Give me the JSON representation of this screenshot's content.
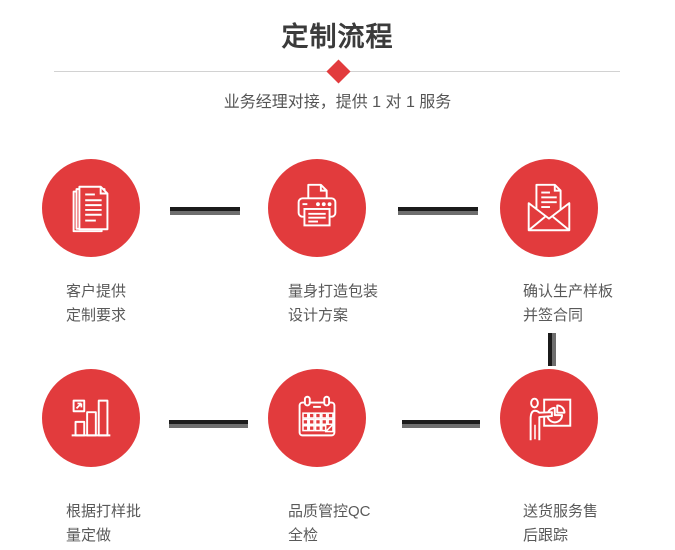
{
  "header": {
    "title": "定制流程",
    "subtitle": "业务经理对接，提供 1 对 1 服务"
  },
  "steps": [
    {
      "icon": "documents-icon",
      "label": "客户提供\n定制要求"
    },
    {
      "icon": "printer-icon",
      "label": "量身打造包装\n设计方案"
    },
    {
      "icon": "envelope-icon",
      "label": "确认生产样板\n并签合同"
    },
    {
      "icon": "bar-chart-icon",
      "label": "根据打样批\n量定做"
    },
    {
      "icon": "calendar-icon",
      "label": "品质管控QC\n全检"
    },
    {
      "icon": "presenter-icon",
      "label": "送货服务售\n后跟踪"
    }
  ],
  "colors": {
    "accent_red": "#e23b3d",
    "connector_dark": "#1b1b1b",
    "connector_gray": "#6e6e6e",
    "divider_gray": "#d2d2d2",
    "title_text": "#3b3b3b",
    "body_text": "#595959"
  }
}
